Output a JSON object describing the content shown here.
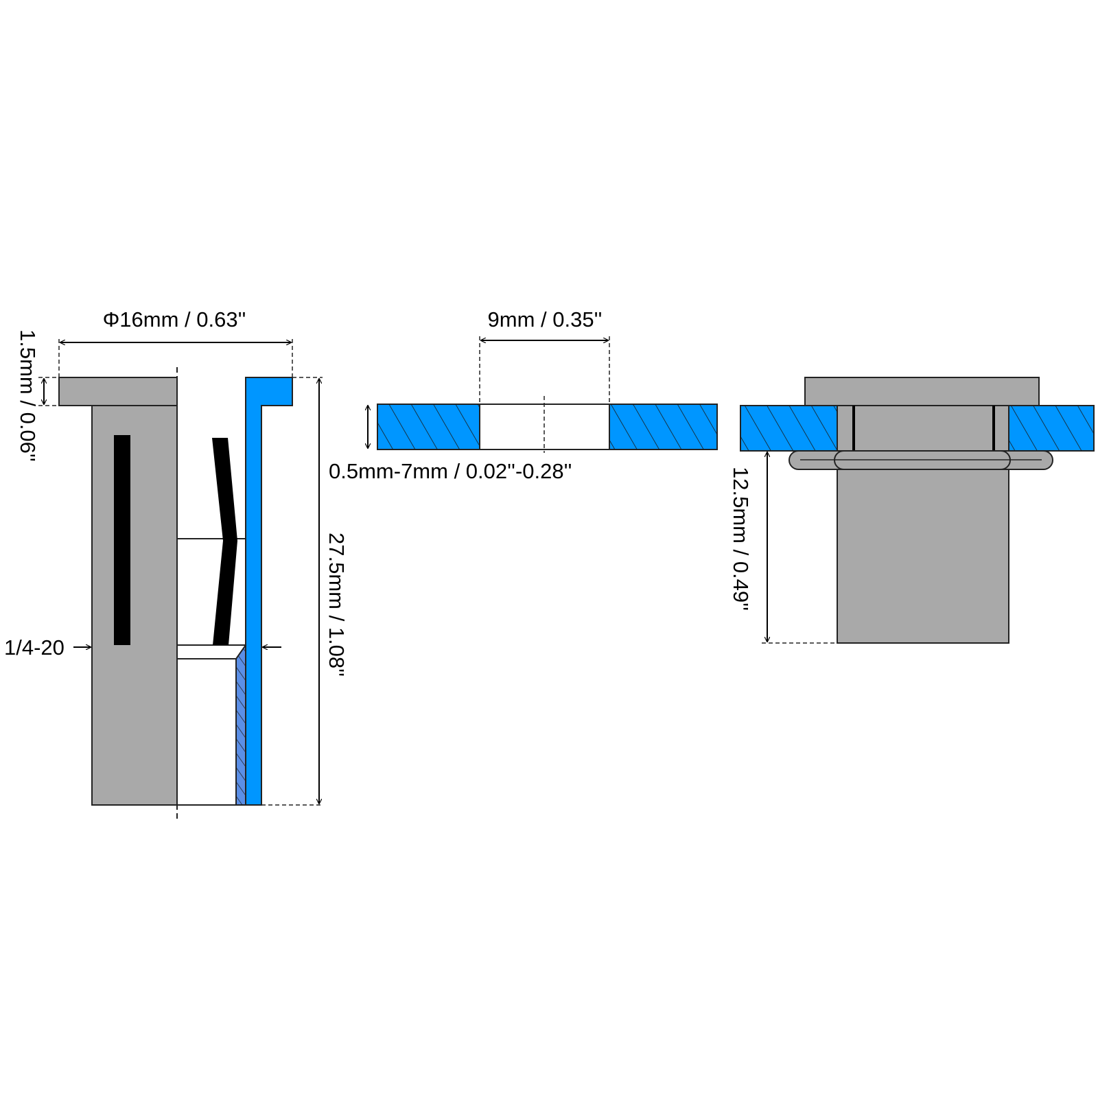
{
  "labels": {
    "flange_diameter": "Φ16mm / 0.63''",
    "flange_thickness": "1.5mm / 0.06''",
    "thread_size": "1/4-20",
    "total_length": "27.5mm / 1.08''",
    "hole_diameter": "9mm / 0.35''",
    "grip_range": "0.5mm-7mm / 0.02''-0.28''",
    "installed_length": "12.5mm / 0.49''"
  },
  "colors": {
    "steel": "#a9a9a9",
    "panel_blue": "#0096ff",
    "thread_blue": "#5b8fe6",
    "outline": "#222222",
    "black": "#000000"
  }
}
